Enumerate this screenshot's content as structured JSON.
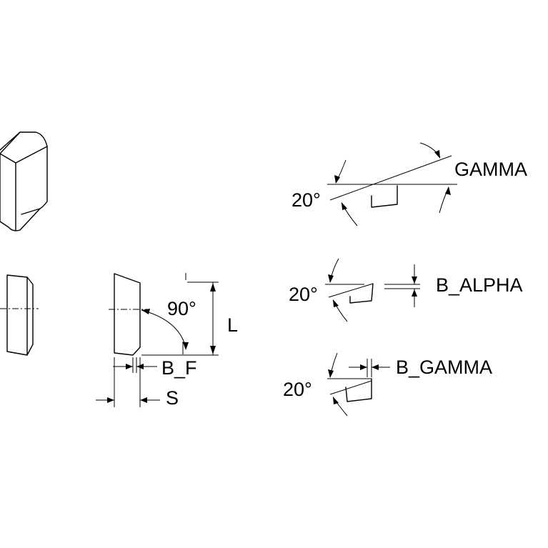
{
  "labels": {
    "angle_90": "90°",
    "length": "L",
    "b_f": "B_F",
    "thickness": "S",
    "gamma": "GAMMA",
    "angle_20_gamma": "20°",
    "b_alpha": "B_ALPHA",
    "angle_20_alpha": "20°",
    "b_gamma": "B_GAMMA",
    "angle_20_bgamma": "20°"
  }
}
